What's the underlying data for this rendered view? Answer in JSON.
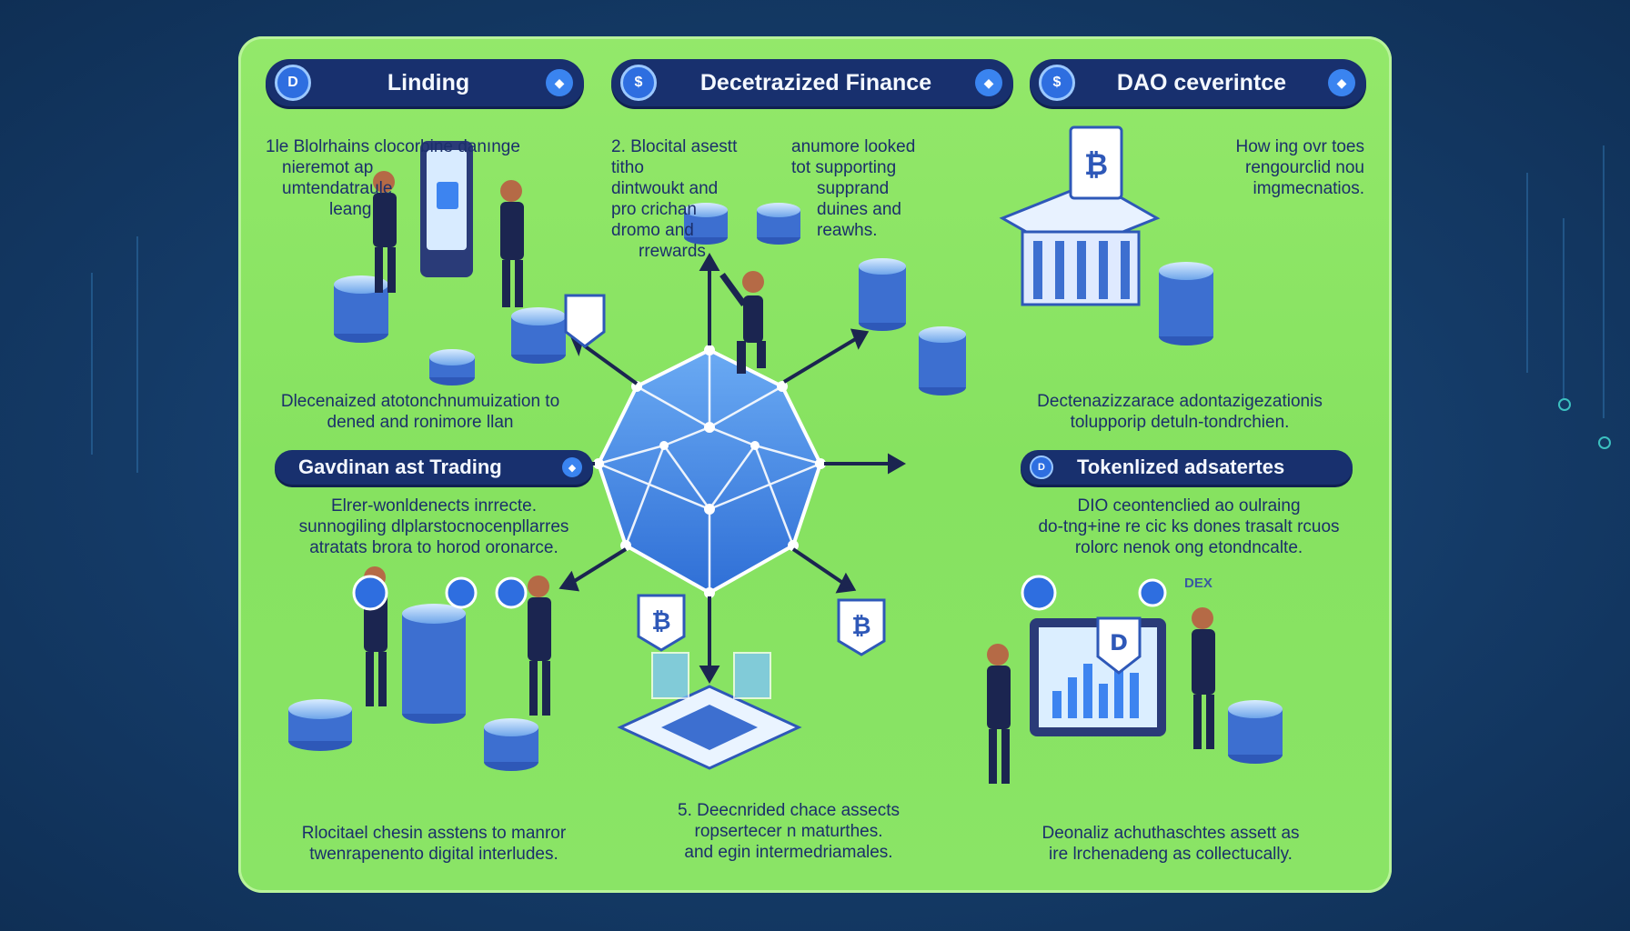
{
  "panels": {
    "lending": {
      "title": "Linding",
      "intro": [
        "1le Blolrhains clocorbine  danınge",
        "nieremot ap",
        "umtendatraule",
        "leang"
      ],
      "caption": [
        "Dlecenaized atotonchnumuization to",
        "dened and ronimore llan"
      ]
    },
    "defi": {
      "title": "Decetrazized Finance",
      "intro_left": [
        "2.   Blocital asestt titho",
        "dintwoukt and",
        "pro crichan",
        "dromo and",
        "rrewards"
      ],
      "intro_right": [
        "anumore  looked",
        "tot supporting",
        "supprand",
        "duines and",
        "reawhs."
      ]
    },
    "dao": {
      "title": "DAO ceverintce",
      "intro": [
        "How ing ovr toes",
        "rengourclid nou",
        "imgmecnatios."
      ],
      "caption": [
        "Dectenazizzarace adontazigezationis",
        "tolupporip detuln-tondrchien."
      ]
    },
    "trading": {
      "title": "Gavdinan ast Trading",
      "intro": [
        "Elrer-wonldenects inrrecte.",
        "sunnogiling dlplarstocnocenpllarres",
        "atratats brora to horod oronarce."
      ],
      "caption": [
        "Rlocitael chesin asstens to manror",
        "twenrapenento digital interludes."
      ]
    },
    "tokenized": {
      "title": "Tokenlized adsatertes",
      "intro": [
        "DIO ceontenclied ao oulraing",
        "do-tng+ine re cic ks dones trasalt rcuos",
        "rolorc nenok ong etondncalte."
      ],
      "caption": [
        "Deonaliz achuthaschtes assett as",
        "ire lrchenadeng as collectucally."
      ]
    },
    "center": {
      "caption": [
        "5. Deecnrided chace assects",
        "ropsertecer n maturthes.",
        "and egin intermedriamales."
      ]
    }
  },
  "labels": {
    "dex": "DEX"
  },
  "icons": [
    "dollar-coin-icon",
    "bitcoin-icon",
    "shield-icon",
    "chart-icon",
    "bank-building-icon",
    "network-icon"
  ],
  "colors": {
    "background": "#143a66",
    "panel": "#8ae466",
    "pill": "#18306e",
    "accent": "#2e6ee0",
    "text": "#1b2f6b"
  }
}
